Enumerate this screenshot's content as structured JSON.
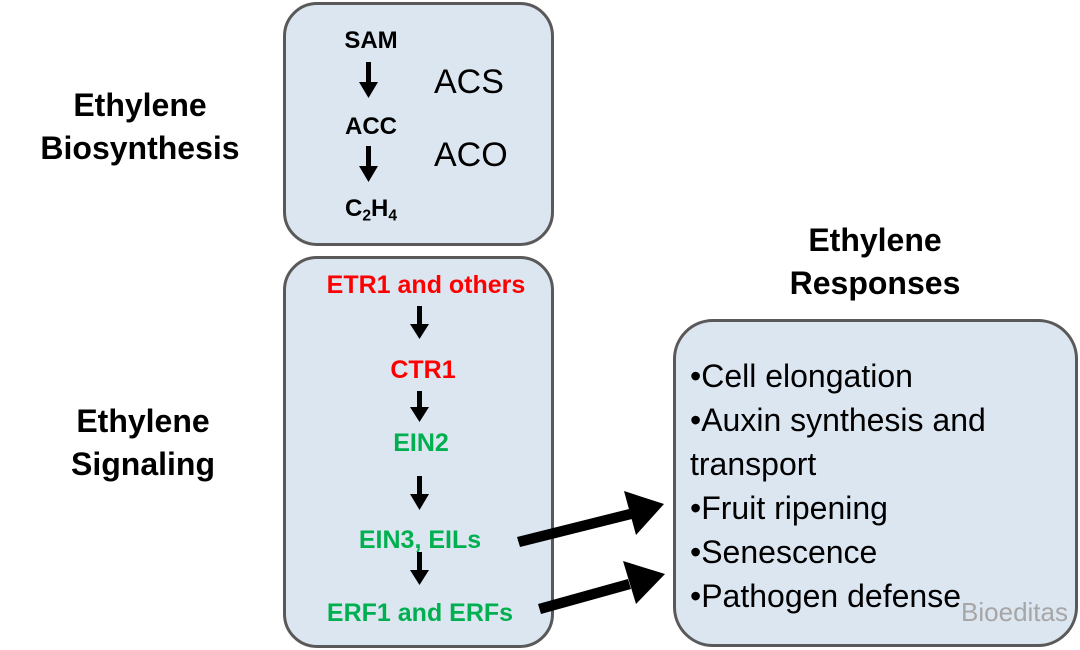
{
  "biosynthesis": {
    "label_lines": [
      "Ethylene",
      "Biosynthesis"
    ],
    "steps": [
      "SAM",
      "ACC"
    ],
    "product": {
      "base1": "C",
      "sub1": "2",
      "base2": "H",
      "sub2": "4"
    },
    "enzymes": [
      "ACS",
      "ACO"
    ]
  },
  "signaling": {
    "label_lines": [
      "Ethylene",
      "Signaling"
    ],
    "components": [
      {
        "text": "ETR1 and others",
        "color": "#ff0000"
      },
      {
        "text": "CTR1",
        "color": "#ff0000"
      },
      {
        "text": "EIN2",
        "color": "#00b050"
      },
      {
        "text": "EIN3, EILs",
        "color": "#00b050"
      },
      {
        "text": "ERF1 and ERFs",
        "color": "#00b050"
      }
    ]
  },
  "responses": {
    "label_lines": [
      "Ethylene",
      "Responses"
    ],
    "items": [
      "•Cell elongation",
      "•Auxin synthesis and",
      "transport",
      "•Fruit ripening",
      "•Senescence",
      "•Pathogen defense"
    ]
  },
  "colors": {
    "box_fill": "#dce6f1",
    "box_border": "#595959",
    "negative_regulator": "#ff0000",
    "positive_regulator": "#00b050"
  },
  "watermark": "Bioeditas"
}
